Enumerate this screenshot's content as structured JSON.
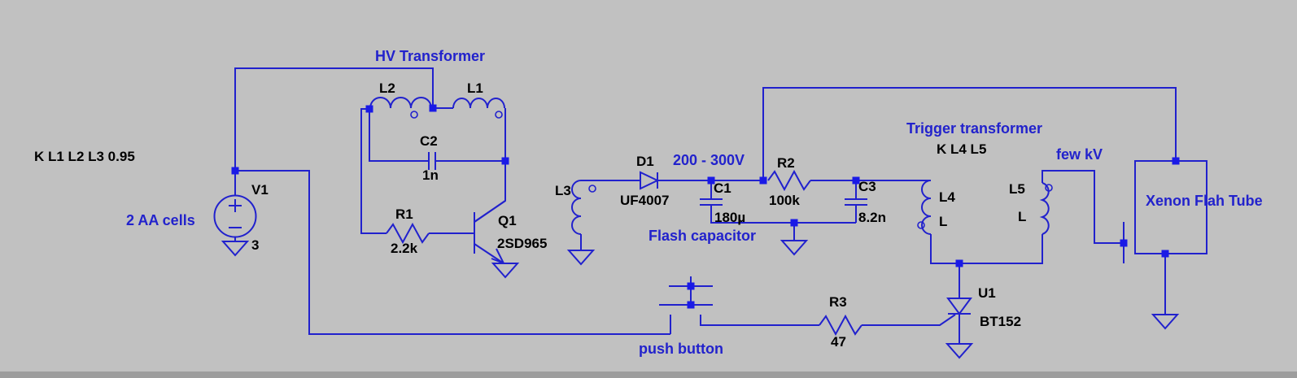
{
  "app": {
    "type": "schematic-editor-canvas",
    "colors": {
      "background": "#c1c1c1",
      "wire": "#2121cd",
      "junction": "#1a1ae6",
      "comment_text": "#2222cc",
      "label_text": "#000000",
      "bottom_edge": "#9d9d9d"
    }
  },
  "directives": {
    "coupling_hv": "K L1 L2 L3 0.95",
    "coupling_trigger": "K L4 L5"
  },
  "comments": {
    "hv_transformer": "HV Transformer",
    "aa_cells": "2 AA cells",
    "voltage_range": "200 - 300V",
    "flash_capacitor": "Flash capacitor",
    "trigger_transformer": "Trigger transformer",
    "few_kv": "few kV",
    "xenon_tube": "Xenon Flah Tube",
    "push_button": "push button"
  },
  "components": {
    "V1": {
      "name": "V1",
      "value": "3"
    },
    "L1": {
      "name": "L1"
    },
    "L2": {
      "name": "L2"
    },
    "C2": {
      "name": "C2",
      "value": "1n"
    },
    "R1": {
      "name": "R1",
      "value": "2.2k"
    },
    "Q1": {
      "name": "Q1",
      "value": "2SD965"
    },
    "L3": {
      "name": "L3"
    },
    "D1": {
      "name": "D1",
      "value": "UF4007"
    },
    "C1": {
      "name": "C1",
      "value": "180µ"
    },
    "R2": {
      "name": "R2",
      "value": "100k"
    },
    "C3": {
      "name": "C3",
      "value": "8.2n"
    },
    "L4": {
      "name": "L4",
      "value": "L"
    },
    "L5": {
      "name": "L5",
      "value": "L"
    },
    "R3": {
      "name": "R3",
      "value": "47"
    },
    "U1": {
      "name": "U1",
      "value": "BT152"
    }
  }
}
